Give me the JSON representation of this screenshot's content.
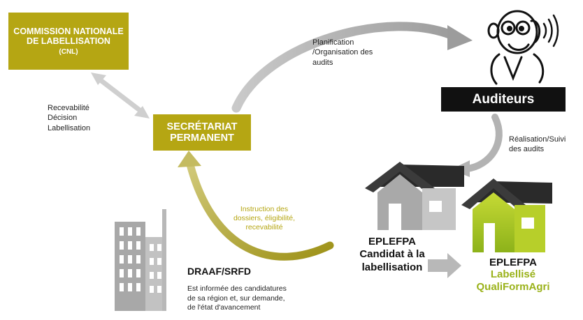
{
  "cnl": {
    "title": "COMMISSION NATIONALE DE LABELLISATION",
    "abbr": "(CNL)"
  },
  "secretariat": {
    "title": "SECRÉTARIAT PERMANENT"
  },
  "auditeurs": {
    "title": "Auditeurs"
  },
  "notes": {
    "cnl_to_sp": "Recevabilité\nDécision\nLabellisation",
    "planification": "Planification\n/Organisation des\naudits",
    "realisation": "Réalisation/Suivi\ndes audits",
    "instruction": "Instruction des\ndossiers, éligibilité,\nrecevabilité"
  },
  "draaf": {
    "title": "DRAAF/SRFD",
    "text": "Est informée des candidatures\nde sa région et, sur demande,\nde l'état d'avancement"
  },
  "candidat": {
    "title": "EPLEFPA\nCandidat à la\nlabellisation"
  },
  "labellise": {
    "title": "EPLEFPA",
    "line2": "Labellisé",
    "line3": "QualiFormAgri"
  },
  "colors": {
    "olive": "#b5a613",
    "gray_arrow": "#a9a9a9",
    "green_house": "#a6c21c",
    "black": "#111111"
  },
  "icons": [
    "building-icon",
    "house-gray-icon",
    "house-green-icon",
    "auditor-monkey-icon",
    "sound-waves-icon"
  ]
}
